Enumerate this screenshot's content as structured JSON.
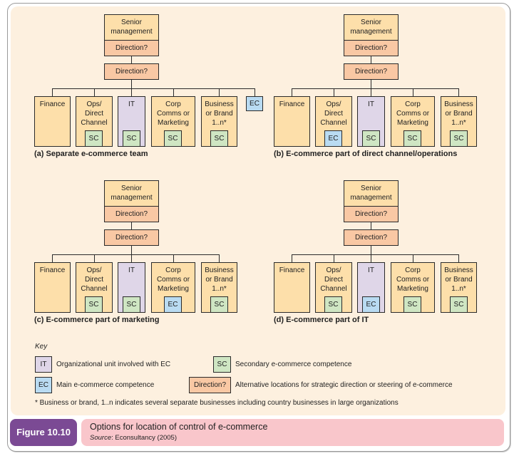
{
  "colors": {
    "panel_background": "#fdf0df",
    "unit_yellow": "#fddfaa",
    "direction_orange": "#f9c8a4",
    "it_purple": "#dfd6e8",
    "ec_blue": "#b9dbf2",
    "sc_green": "#cfe6c3",
    "figure_label_purple": "#7b4a94",
    "caption_pink": "#f9c6cb"
  },
  "diagrams": [
    {
      "id": "a",
      "caption": "(a) Separate e-commerce team",
      "senior_label": "Senior management",
      "senior_direction": "Direction?",
      "middle_direction": "Direction?",
      "units": [
        {
          "label": "Finance",
          "badge": null
        },
        {
          "label": "Ops/ Direct Channel",
          "badge": "SC"
        },
        {
          "label": "IT",
          "badge": "SC"
        },
        {
          "label": "Corp Comms or Marketing",
          "badge": "SC"
        },
        {
          "label": "Business or Brand 1..n*",
          "badge": "SC"
        }
      ],
      "separate_unit": "EC"
    },
    {
      "id": "b",
      "caption": "(b) E-commerce part of direct channel/operations",
      "senior_label": "Senior management",
      "senior_direction": "Direction?",
      "middle_direction": "Direction?",
      "units": [
        {
          "label": "Finance",
          "badge": null
        },
        {
          "label": "Ops/ Direct Channel",
          "badge": "EC"
        },
        {
          "label": "IT",
          "badge": "SC"
        },
        {
          "label": "Corp Comms or Marketing",
          "badge": "SC"
        },
        {
          "label": "Business or Brand 1..n*",
          "badge": "SC"
        }
      ],
      "separate_unit": null
    },
    {
      "id": "c",
      "caption": "(c) E-commerce part of marketing",
      "senior_label": "Senior management",
      "senior_direction": "Direction?",
      "middle_direction": "Direction?",
      "units": [
        {
          "label": "Finance",
          "badge": null
        },
        {
          "label": "Ops/ Direct Channel",
          "badge": "SC"
        },
        {
          "label": "IT",
          "badge": "SC"
        },
        {
          "label": "Corp Comms or Marketing",
          "badge": "EC"
        },
        {
          "label": "Business or Brand 1..n*",
          "badge": "SC"
        }
      ],
      "separate_unit": null
    },
    {
      "id": "d",
      "caption": "(d) E-commerce part of IT",
      "senior_label": "Senior management",
      "senior_direction": "Direction?",
      "middle_direction": "Direction?",
      "units": [
        {
          "label": "Finance",
          "badge": null
        },
        {
          "label": "Ops/ Direct Channel",
          "badge": "SC"
        },
        {
          "label": "IT",
          "badge": "EC"
        },
        {
          "label": "Corp Comms or Marketing",
          "badge": "SC"
        },
        {
          "label": "Business or Brand 1..n*",
          "badge": "SC"
        }
      ],
      "separate_unit": null
    }
  ],
  "key": {
    "title": "Key",
    "items": [
      {
        "symbol": "IT",
        "kind": "purple",
        "text": "Organizational unit involved with EC"
      },
      {
        "symbol": "SC",
        "kind": "green",
        "text": "Secondary e-commerce competence"
      },
      {
        "symbol": "EC",
        "kind": "blue",
        "text": "Main e-commerce competence"
      },
      {
        "symbol": "Direction?",
        "kind": "orange",
        "text": "Alternative locations for strategic direction or steering of e-commerce"
      }
    ],
    "footnote": "* Business or brand, 1..n indicates several separate businesses including country businesses in large organizations"
  },
  "figure": {
    "label": "Figure 10.10",
    "title": "Options for location of control of e-commerce",
    "source_prefix": "Source",
    "source_text": ": Econsultancy (2005)"
  }
}
